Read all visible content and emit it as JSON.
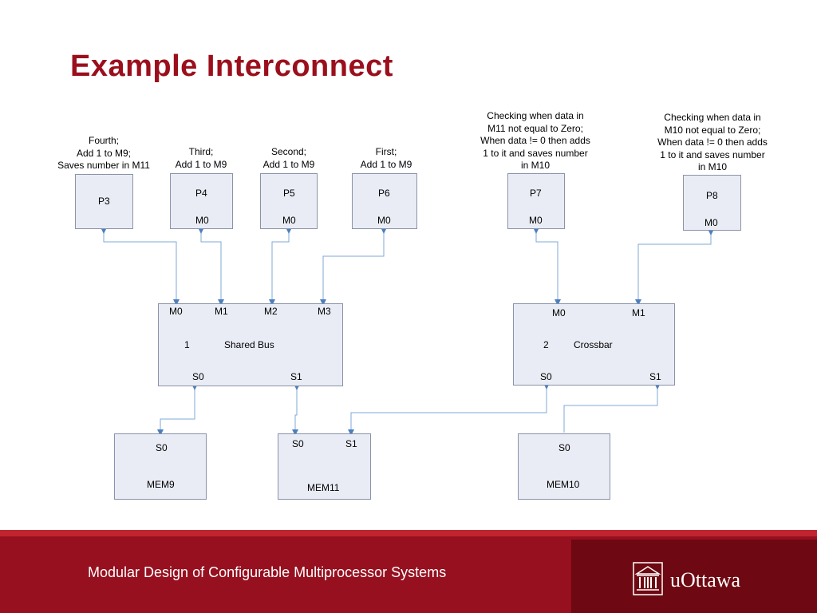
{
  "slide": {
    "title": "Example Interconnect",
    "footer_text": "Modular Design of Configurable Multiprocessor Systems",
    "logo_text": "uOttawa"
  },
  "processors": {
    "p3": {
      "label": "P3",
      "note": [
        "Fourth;",
        "Add 1 to M9;",
        "Saves number in M11"
      ]
    },
    "p4": {
      "label": "P4",
      "port": "M0",
      "note": [
        "Third;",
        "Add 1 to M9"
      ]
    },
    "p5": {
      "label": "P5",
      "port": "M0",
      "note": [
        "Second;",
        "Add 1 to M9"
      ]
    },
    "p6": {
      "label": "P6",
      "port": "M0",
      "note": [
        "First;",
        "Add 1 to M9"
      ]
    },
    "p7": {
      "label": "P7",
      "port": "M0",
      "note": [
        "Checking when data in",
        "M11 not equal to Zero;",
        "When data != 0 then adds",
        "1 to it and saves number",
        "in M10"
      ]
    },
    "p8": {
      "label": "P8",
      "port": "M0",
      "note": [
        "Checking when data in",
        "M10 not equal to Zero;",
        "When data != 0 then adds",
        "1 to it and saves number",
        "in M10"
      ]
    }
  },
  "shared_bus": {
    "id": "1",
    "name": "Shared Bus",
    "masters": [
      "M0",
      "M1",
      "M2",
      "M3"
    ],
    "slaves": [
      "S0",
      "S1"
    ]
  },
  "crossbar": {
    "id": "2",
    "name": "Crossbar",
    "masters": [
      "M0",
      "M1"
    ],
    "slaves": [
      "S0",
      "S1"
    ]
  },
  "memories": {
    "mem9": {
      "label": "MEM9",
      "ports": [
        "S0"
      ]
    },
    "mem11": {
      "label": "MEM11",
      "ports": [
        "S0",
        "S1"
      ]
    },
    "mem10": {
      "label": "MEM10",
      "ports": [
        "S0"
      ]
    }
  },
  "colors": {
    "title": "#9b0f1c",
    "box_fill": "#e9ecf5",
    "connector": "#6a9fd0",
    "footer": "#96101f"
  }
}
